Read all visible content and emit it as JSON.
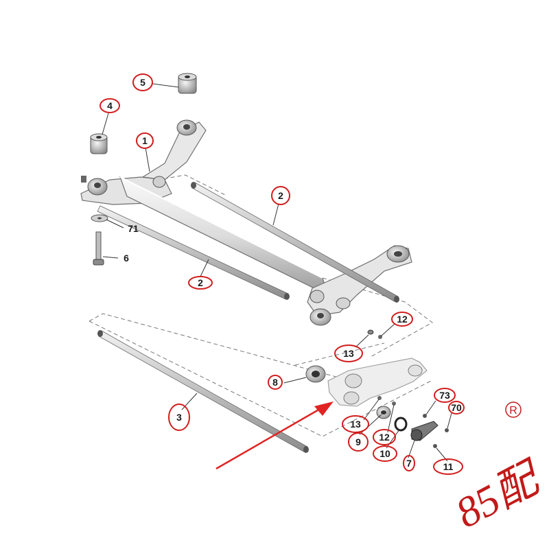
{
  "diagram": {
    "callouts": [
      {
        "id": "c5",
        "text": "5",
        "circled": true
      },
      {
        "id": "c4",
        "text": "4",
        "circled": true
      },
      {
        "id": "c1",
        "text": "1",
        "circled": true
      },
      {
        "id": "c2a",
        "text": "2",
        "circled": true
      },
      {
        "id": "c2b",
        "text": "2",
        "circled": true
      },
      {
        "id": "c71",
        "text": "71",
        "circled": false
      },
      {
        "id": "c6",
        "text": "6",
        "circled": false
      },
      {
        "id": "c12a",
        "text": "12",
        "circled": true
      },
      {
        "id": "c13a",
        "text": "13",
        "circled": true
      },
      {
        "id": "c8",
        "text": "8",
        "circled": true
      },
      {
        "id": "c3",
        "text": "3",
        "circled": true
      },
      {
        "id": "c73",
        "text": "73",
        "circled": true
      },
      {
        "id": "c70",
        "text": "70",
        "circled": true
      },
      {
        "id": "c13b",
        "text": "13",
        "circled": true
      },
      {
        "id": "c9",
        "text": "9",
        "circled": true
      },
      {
        "id": "c12b",
        "text": "12",
        "circled": true
      },
      {
        "id": "c10",
        "text": "10",
        "circled": true
      },
      {
        "id": "c7",
        "text": "7",
        "circled": true
      },
      {
        "id": "c11",
        "text": "11",
        "circled": true
      }
    ],
    "colors": {
      "callout_circle": "#d21c1c",
      "arrow": "#e02424",
      "part_fill": "#ececec",
      "part_stroke": "#7a7a7a",
      "part_dark": "#555555"
    }
  },
  "watermark": {
    "text": "85配",
    "registered_mark": "R",
    "color": "#c21a1a"
  }
}
